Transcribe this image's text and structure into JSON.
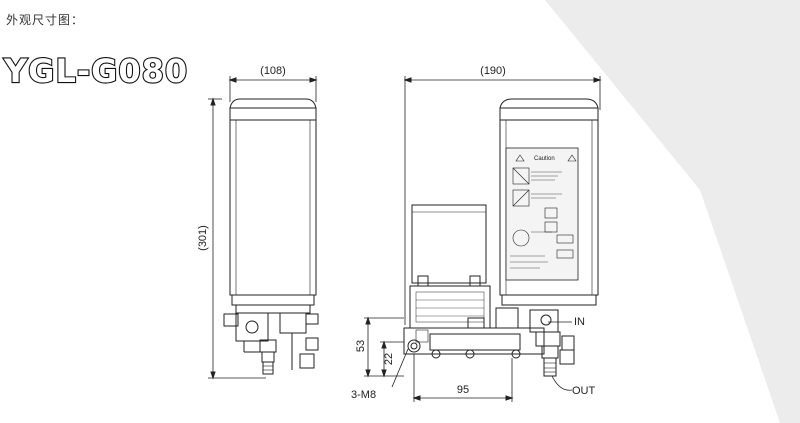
{
  "header": {
    "title": "外观尺寸图："
  },
  "model": {
    "name": "YGL-G080"
  },
  "dimensions": {
    "front_width": "(108)",
    "height": "(301)",
    "side_width": "(190)",
    "base_height": "53",
    "port_height": "22",
    "base_span": "95",
    "mount_holes": "3-M8",
    "port_in": "IN",
    "port_out": "OUT"
  },
  "label": {
    "caution": "Caution"
  },
  "colors": {
    "line": "#222222",
    "background_shape": "#ececec",
    "label_bg": "#f4f4f4"
  }
}
